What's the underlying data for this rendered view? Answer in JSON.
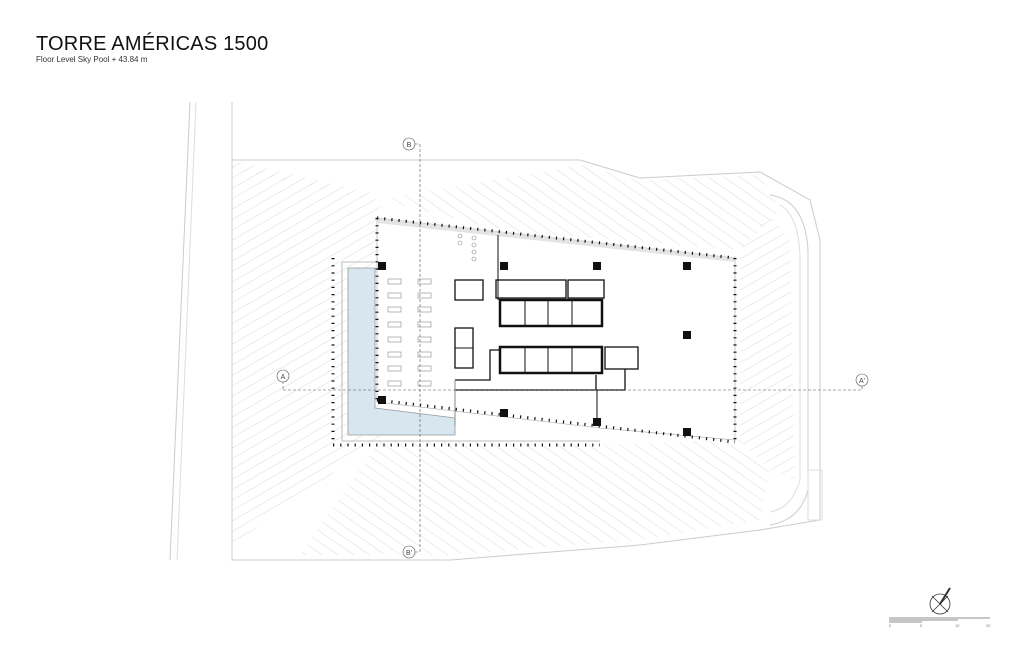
{
  "header": {
    "title": "TORRE AMÉRICAS 1500",
    "subtitle": "Floor Level Sky Pool + 43.84 m"
  },
  "section_markers": {
    "a_start": "A",
    "a_end": "A'",
    "b_start": "B",
    "b_end": "B'"
  },
  "scale_bar": {
    "labels": [
      "0",
      "5",
      "10",
      "20"
    ]
  },
  "colors": {
    "pool": "#d7e6ef",
    "walls": "#111111",
    "site_lines": "#cfcfcf"
  }
}
